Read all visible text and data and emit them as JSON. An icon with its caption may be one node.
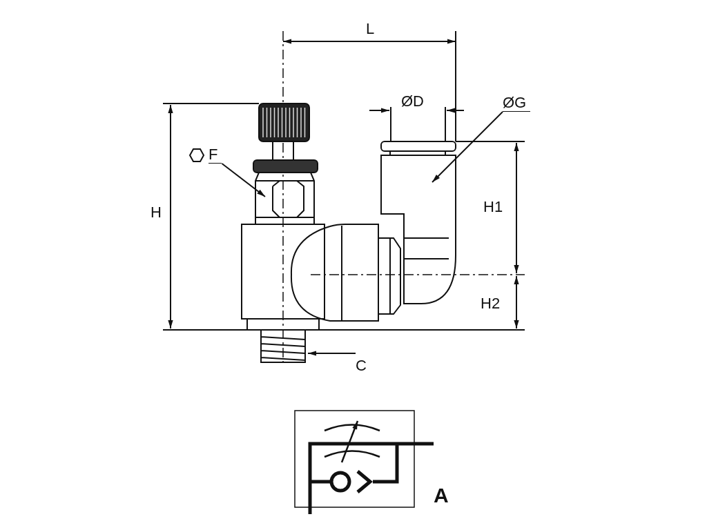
{
  "diagram": {
    "nodes": [
      {
        "text": [
          "F"
        ]
      },
      {
        "text": [
          "ØG"
        ]
      },
      {
        "text": [
          "C"
        ]
      }
    ],
    "edges": [
      {
        "from": 0,
        "to": null,
        "arrow": "to"
      },
      {
        "from": 1,
        "to": null,
        "arrow": "to"
      },
      {
        "from": 2,
        "to": null,
        "arrow": "to"
      }
    ],
    "labels": [
      "L",
      "ØD",
      "H",
      "H1",
      "H2",
      "A"
    ]
  }
}
